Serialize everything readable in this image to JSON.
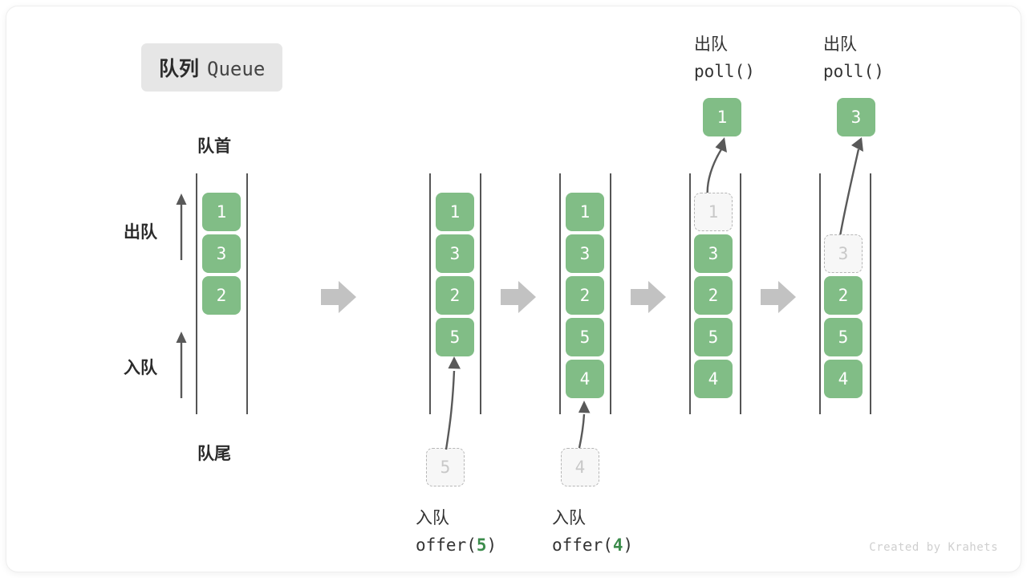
{
  "title": {
    "cn": "队列",
    "en": "Queue"
  },
  "side_labels": {
    "front": "队首",
    "back": "队尾",
    "dequeue": "出队",
    "enqueue": "入队"
  },
  "credit": "Created by Krahets",
  "colors": {
    "cell_fill": "#81bd86",
    "cell_text": "#ffffff",
    "ghost_fill": "#f7f7f7",
    "ghost_border": "#b6b6b6",
    "ghost_text": "#c8c8c8",
    "rail": "#555555",
    "arrow": "#595959",
    "step_arrow": "#c2c2c2",
    "accent_number": "#3c8c4c",
    "chip_bg": "#e6e6e6"
  },
  "columns": [
    {
      "id": "initial",
      "cells": [
        {
          "value": "1",
          "state": "filled"
        },
        {
          "value": "3",
          "state": "filled"
        },
        {
          "value": "2",
          "state": "filled"
        }
      ],
      "caption": null,
      "header": null,
      "popped": null,
      "pushed": null
    },
    {
      "id": "offer-5",
      "cells": [
        {
          "value": "1",
          "state": "filled"
        },
        {
          "value": "3",
          "state": "filled"
        },
        {
          "value": "2",
          "state": "filled"
        },
        {
          "value": "5",
          "state": "filled"
        }
      ],
      "caption": {
        "cn": "入队",
        "code_prefix": "offer(",
        "code_num": "5",
        "code_suffix": ")"
      },
      "header": null,
      "popped": null,
      "pushed": {
        "value": "5",
        "state": "ghost"
      }
    },
    {
      "id": "offer-4",
      "cells": [
        {
          "value": "1",
          "state": "filled"
        },
        {
          "value": "3",
          "state": "filled"
        },
        {
          "value": "2",
          "state": "filled"
        },
        {
          "value": "5",
          "state": "filled"
        },
        {
          "value": "4",
          "state": "filled"
        }
      ],
      "caption": {
        "cn": "入队",
        "code_prefix": "offer(",
        "code_num": "4",
        "code_suffix": ")"
      },
      "header": null,
      "popped": null,
      "pushed": {
        "value": "4",
        "state": "ghost"
      }
    },
    {
      "id": "poll-1",
      "cells": [
        {
          "value": "1",
          "state": "ghost"
        },
        {
          "value": "3",
          "state": "filled"
        },
        {
          "value": "2",
          "state": "filled"
        },
        {
          "value": "5",
          "state": "filled"
        },
        {
          "value": "4",
          "state": "filled"
        }
      ],
      "caption": null,
      "header": {
        "cn": "出队",
        "code": "poll()"
      },
      "popped": {
        "value": "1",
        "state": "filled"
      },
      "pushed": null
    },
    {
      "id": "poll-3",
      "cells": [
        {
          "value": "",
          "state": "empty"
        },
        {
          "value": "3",
          "state": "ghost"
        },
        {
          "value": "2",
          "state": "filled"
        },
        {
          "value": "5",
          "state": "filled"
        },
        {
          "value": "4",
          "state": "filled"
        }
      ],
      "caption": null,
      "header": {
        "cn": "出队",
        "code": "poll()"
      },
      "popped": {
        "value": "3",
        "state": "filled"
      },
      "pushed": null
    }
  ]
}
